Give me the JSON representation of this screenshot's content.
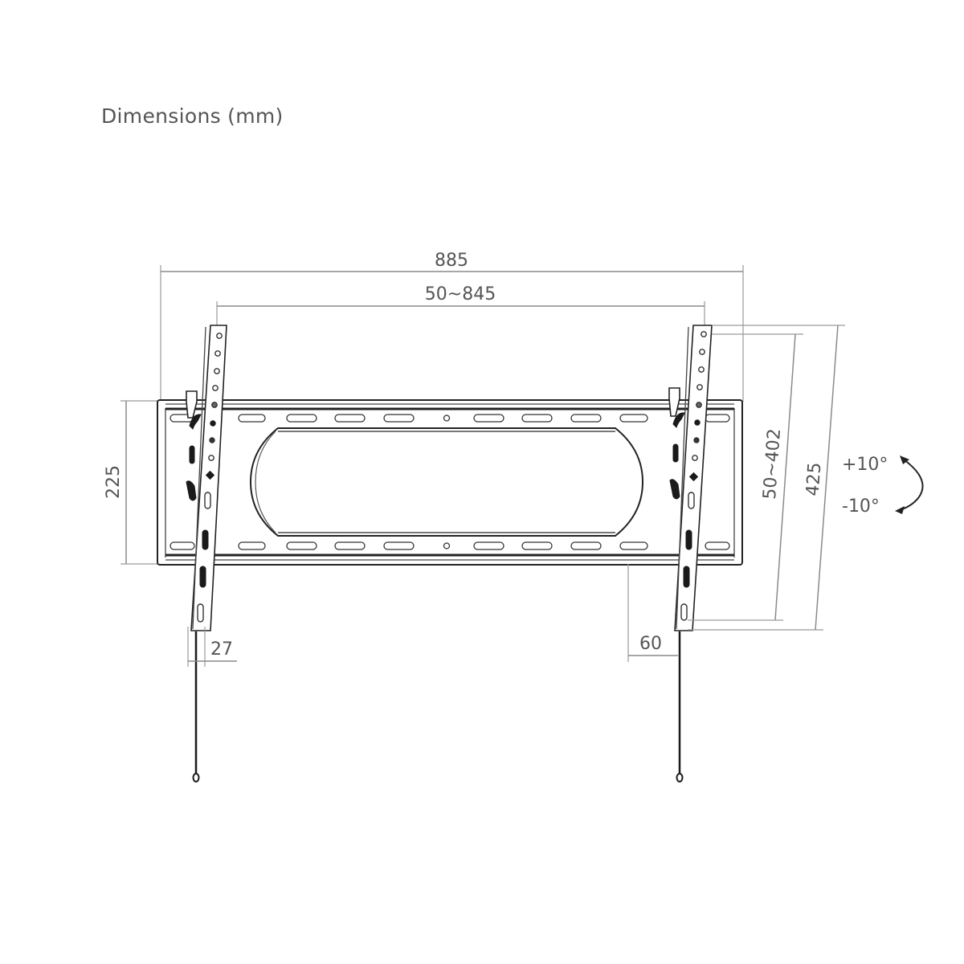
{
  "title": "Dimensions (mm)",
  "units": "mm",
  "drawing": {
    "subject": "tilting TV wall mount",
    "dimensions": {
      "overall_width": "885",
      "vesa_horizontal_range": "50~845",
      "wall_plate_height": "225",
      "vesa_vertical_range": "50~402",
      "bracket_length": "425",
      "wall_profile_min": "27",
      "wall_profile_max": "60"
    },
    "tilt": {
      "up": "+10°",
      "down": "-10°"
    }
  },
  "colors": {
    "line": "#222222",
    "dimension": "#8a8a8a",
    "text": "#555555",
    "background": "#ffffff"
  }
}
